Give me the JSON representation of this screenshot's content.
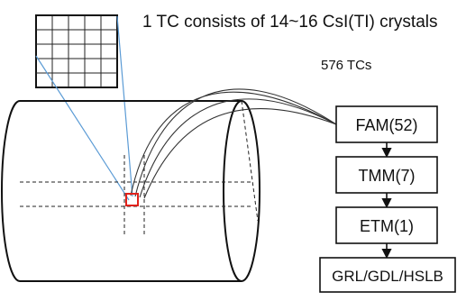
{
  "caption": "1 TC consists of 14~16 CsI(TI) crystals",
  "tc_count_label": "576 TCs",
  "chain": [
    {
      "label": "FAM(52)"
    },
    {
      "label": "TMM(7)"
    },
    {
      "label": "ETM(1)"
    },
    {
      "label": "GRL/GDL/HSLB"
    }
  ],
  "colors": {
    "line": "#111111",
    "ray": "#5b9bd5",
    "highlight": "#e0221b"
  }
}
